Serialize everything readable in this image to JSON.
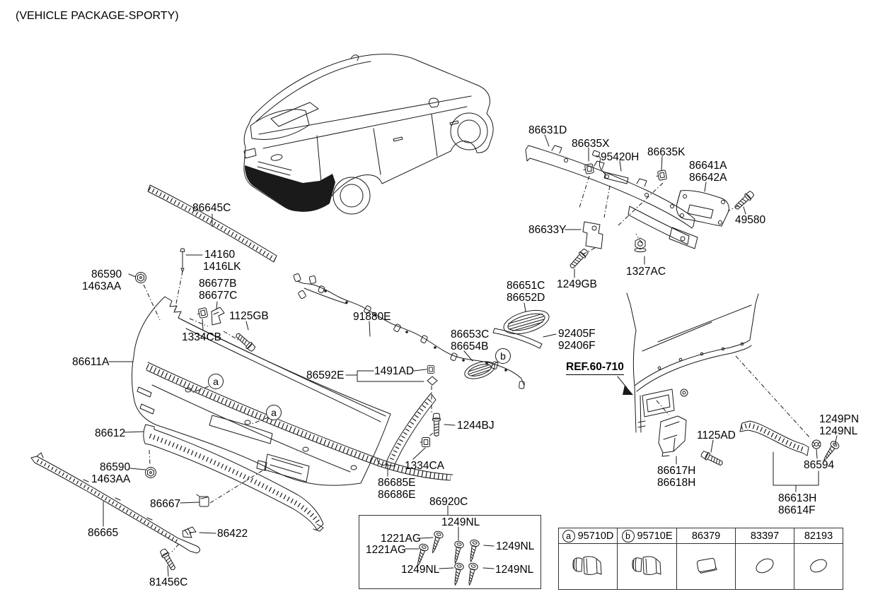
{
  "title": "(VEHICLE PACKAGE-SPORTY)",
  "ref_label": "REF.60-710",
  "callouts": {
    "a": "a",
    "b": "b"
  },
  "colors": {
    "line": "#1a1a1a",
    "text": "#000000",
    "background": "#ffffff"
  },
  "labels": [
    "86645C",
    "14160",
    "1416LK",
    "86590",
    "1463AA",
    "86677B",
    "86677C",
    "1125GB",
    "1334CB",
    "86611A",
    "86612",
    "86590",
    "1463AA",
    "86667",
    "86665",
    "86422",
    "81456C",
    "91880E",
    "86592E",
    "1491AD",
    "86653C",
    "86654B",
    "1244BJ",
    "1334CA",
    "86685E",
    "86686E",
    "86920C",
    "1249NL",
    "1221AG",
    "1221AG",
    "1249NL",
    "1249NL",
    "1249NL",
    "86631D",
    "86635X",
    "95420H",
    "86635K",
    "86641A",
    "86642A",
    "49580",
    "86633Y",
    "1249GB",
    "1327AC",
    "86651C",
    "86652D",
    "92405F",
    "92406F",
    "1125AD",
    "86617H",
    "86618H",
    "1249PN",
    "1249NL",
    "86594",
    "86613H",
    "86614F"
  ],
  "table": {
    "headers": [
      {
        "callout": "a",
        "part": "95710D"
      },
      {
        "callout": "b",
        "part": "95710E"
      },
      {
        "callout": "",
        "part": "86379"
      },
      {
        "callout": "",
        "part": "83397"
      },
      {
        "callout": "",
        "part": "82193"
      }
    ],
    "icons": [
      "parking-sensor-icon",
      "parking-sensor-icon",
      "blanking-cap-icon",
      "oval-plug-icon",
      "oval-plug-icon"
    ]
  }
}
